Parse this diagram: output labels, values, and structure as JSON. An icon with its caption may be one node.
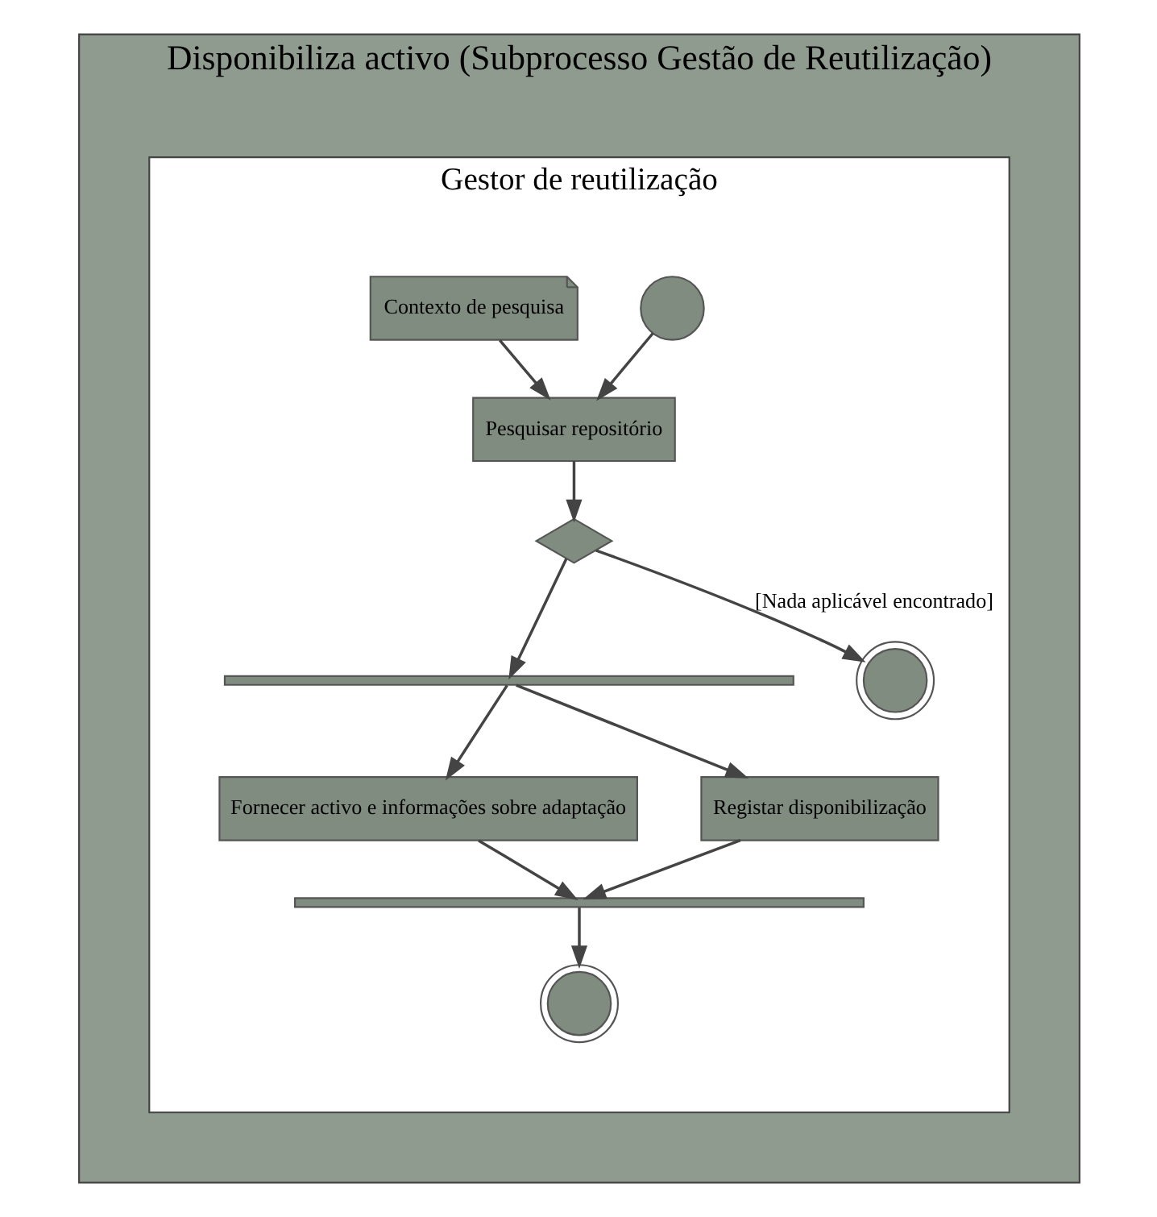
{
  "diagram": {
    "nodes": [
      {
        "text": [
          "Disponibiliza activo (Subprocesso Gestão de Reutilização)"
        ]
      },
      {
        "text": [
          "Gestor de reutilização"
        ],
        "in": 0
      },
      {
        "text": [],
        "shape": "circle",
        "in": 1
      },
      {
        "text": [
          "Contexto de pesquisa"
        ],
        "in": 1
      },
      {
        "text": [
          "Pesquisar repositório"
        ],
        "in": 1
      },
      {
        "text": [],
        "shape": "diamond",
        "in": 1
      },
      {
        "text": [],
        "shape": "bar",
        "in": 1
      },
      {
        "text": [],
        "shape": "circle",
        "in": 1
      },
      {
        "text": [
          "Fornecer activo e informações sobre adaptação"
        ],
        "in": 1
      },
      {
        "text": [
          "Registar disponibilização"
        ],
        "in": 1
      },
      {
        "text": [],
        "shape": "bar",
        "in": 1
      },
      {
        "text": [],
        "shape": "circle",
        "in": 1
      }
    ],
    "edges": [
      {
        "from": 2,
        "to": 4,
        "arrow": "to"
      },
      {
        "from": 3,
        "to": 4,
        "arrow": "to"
      },
      {
        "from": 4,
        "to": 5,
        "arrow": "to"
      },
      {
        "from": 5,
        "to": 7,
        "arrow": "to",
        "label": "[Nada aplicável encontrado]"
      },
      {
        "from": 5,
        "to": 6,
        "arrow": "to"
      },
      {
        "from": 6,
        "to": 8,
        "arrow": "to"
      },
      {
        "from": 6,
        "to": 9,
        "arrow": "to"
      },
      {
        "from": 8,
        "to": 10,
        "arrow": "to"
      },
      {
        "from": 9,
        "to": 10,
        "arrow": "to"
      },
      {
        "from": 10,
        "to": 11,
        "arrow": "to"
      }
    ]
  }
}
